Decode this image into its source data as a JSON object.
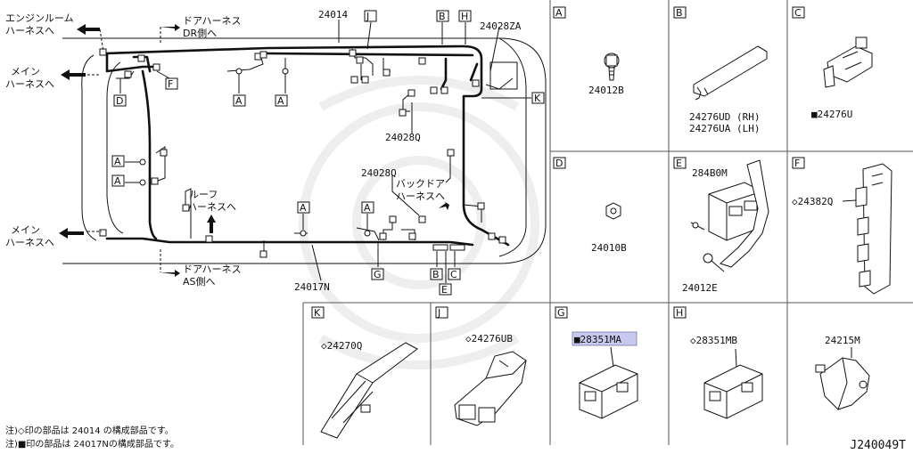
{
  "main": {
    "lbl_24014": "24014",
    "lbl_24028za": "24028ZA",
    "lbl_24028q_top": "24028Q",
    "lbl_24028q_mid": "24028Q",
    "lbl_24017n": "24017N",
    "engine_room_1": "エンジンルーム",
    "engine_room_2": "ハーネスへ",
    "door_dr_1": "ドアハーネス",
    "door_dr_2": "DR側へ",
    "main_top_1": "メイン",
    "main_top_2": "ハーネスへ",
    "main_bot_1": "メイン",
    "main_bot_2": "ハーネスへ",
    "roof_1": "ルーフ",
    "roof_2": "ハーネスへ",
    "back_door_1": "バックドア",
    "back_door_2": "ハーネスへ",
    "door_as_1": "ドアハーネス",
    "door_as_2": "AS側へ",
    "tags": {
      "A": "A",
      "B": "B",
      "C": "C",
      "D": "D",
      "E": "E",
      "F": "F",
      "G": "G",
      "H": "H",
      "J": "J",
      "K": "K"
    }
  },
  "grid": {
    "cell_a": {
      "letter": "A",
      "part": "24012B"
    },
    "cell_b": {
      "letter": "B",
      "part1": "24276UD (RH)",
      "part2": "24276UA (LH)"
    },
    "cell_c": {
      "letter": "C",
      "part": "■24276U"
    },
    "cell_d": {
      "letter": "D",
      "part": "24010B"
    },
    "cell_e": {
      "letter": "E",
      "part1": "284B0M",
      "part2": "24012E"
    },
    "cell_f": {
      "letter": "F",
      "part": "◇24382Q"
    },
    "cell_k": {
      "letter": "K",
      "part": "◇24270Q"
    },
    "cell_j": {
      "letter": "J",
      "part": "◇24276UB"
    },
    "cell_g": {
      "letter": "G",
      "part": "■28351MA"
    },
    "cell_h": {
      "letter": "H",
      "part": "◇28351MB"
    },
    "cell_last": {
      "part": "24215M"
    }
  },
  "notes": {
    "line1": "注)◇印の部品は 24014 の構成部品です。",
    "line2": "注)■印の部品は 24017Nの構成部品です。"
  },
  "diagram_code": "J240049T"
}
